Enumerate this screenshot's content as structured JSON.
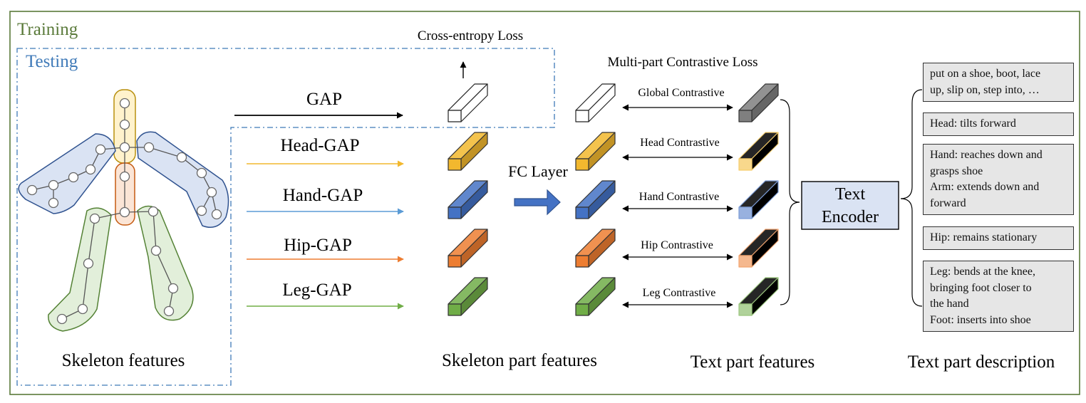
{
  "labels": {
    "training": "Training",
    "testing": "Testing",
    "cross_entropy_loss": "Cross-entropy Loss",
    "multi_part_contrastive_loss": "Multi-part Contrastive Loss",
    "gap": "GAP",
    "head_gap": "Head-GAP",
    "hand_gap": "Hand-GAP",
    "hip_gap": "Hip-GAP",
    "leg_gap": "Leg-GAP",
    "fc_layer": "FC Layer",
    "text_encoder_line1": "Text",
    "text_encoder_line2": "Encoder",
    "skeleton_features": "Skeleton features",
    "skeleton_part_features": "Skeleton part features",
    "text_part_features": "Text part features",
    "text_part_description": "Text part description"
  },
  "contrastive": {
    "global": "Global Contrastive",
    "head": "Head Contrastive",
    "hand": "Hand Contrastive",
    "hip": "Hip Contrastive",
    "leg": "Leg Contrastive"
  },
  "descriptions": [
    {
      "lines": [
        "put on a shoe, boot, lace",
        "up, slip on, step into, …"
      ]
    },
    {
      "lines": [
        "Head: tilts forward"
      ]
    },
    {
      "lines": [
        "Hand: reaches down and",
        "grasps shoe",
        "Arm: extends down and",
        "forward"
      ]
    },
    {
      "lines": [
        "Hip: remains stationary"
      ]
    },
    {
      "lines": [
        "Leg: bends at the knee,",
        "bringing foot closer to",
        "the hand",
        "Foot: inserts into shoe"
      ]
    }
  ],
  "colors": {
    "training": "#5a7a3a",
    "testing": "#3f7ab8",
    "head": "#f2b82e",
    "hand": "#4472c4",
    "hip": "#ed7d31",
    "leg": "#70ad47",
    "global_text": "#7f7f7f",
    "encoder_fill": "#dae3f3"
  }
}
